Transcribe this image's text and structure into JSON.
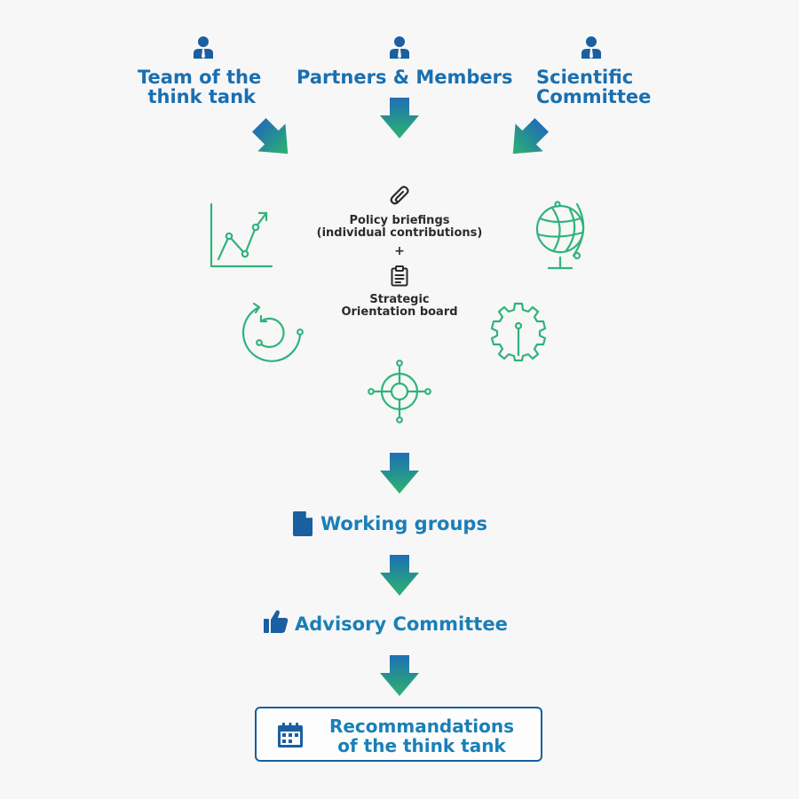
{
  "header": {
    "left_line1": "Team of the",
    "left_line2": "think tank",
    "center": "Partners & Members",
    "right_line1": "Scientific",
    "right_line2": "Committee"
  },
  "center_block": {
    "briefings_line1": "Policy briefings",
    "briefings_line2": "(individual contributions)",
    "plus": "+",
    "board_line1": "Strategic",
    "board_line2": "Orientation board"
  },
  "stages": {
    "working_groups": "Working groups",
    "advisory": "Advisory Committee",
    "recommendations_line1": "Recommandations",
    "recommendations_line2": "of the think tank"
  },
  "colors": {
    "blue": "#1a6fb0",
    "teal": "#1a7fb8",
    "green": "#2fb37c",
    "arrow_top": "#1f6fb5",
    "arrow_bottom": "#2db36e"
  }
}
